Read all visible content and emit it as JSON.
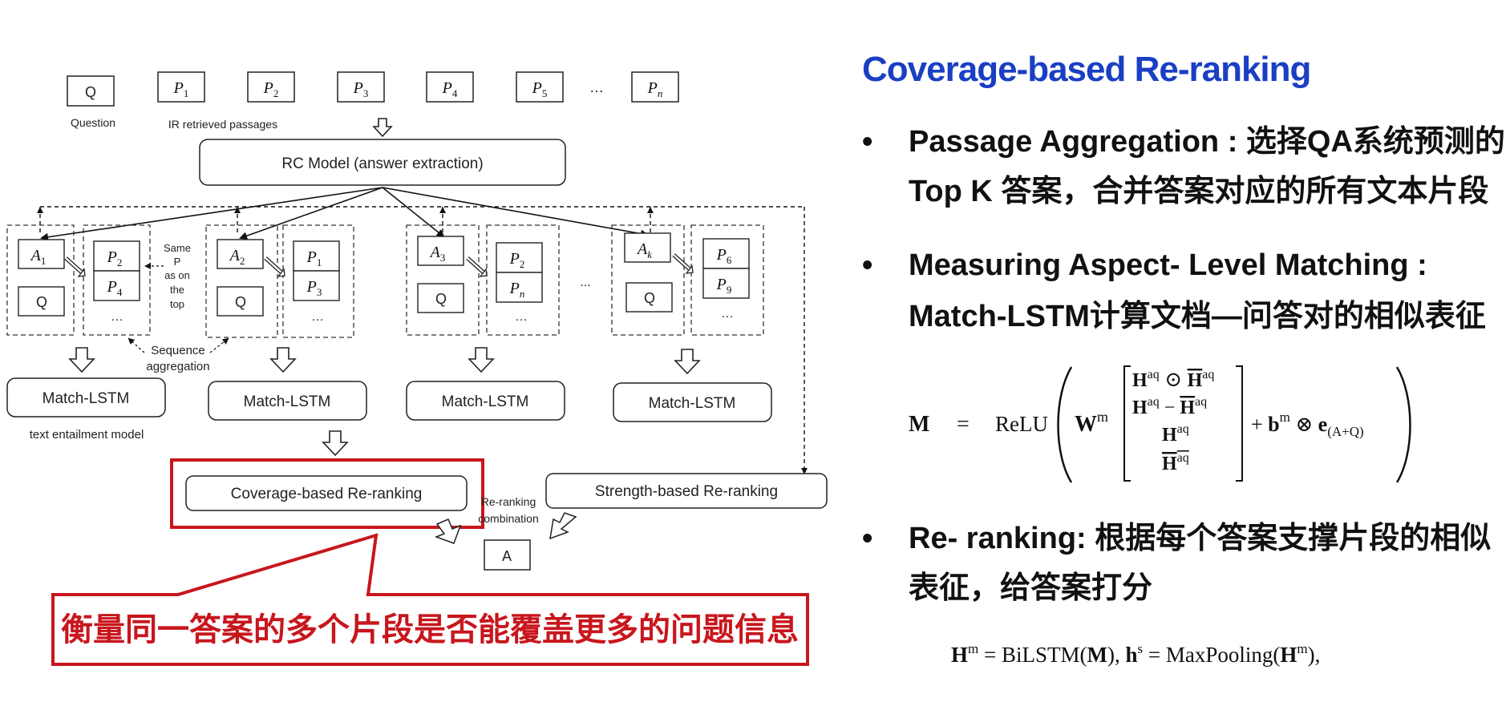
{
  "diagram": {
    "question_box": "Q",
    "question_label": "Question",
    "ir_label": "IR retrieved passages",
    "passages": [
      "P1",
      "P2",
      "P3",
      "P4",
      "P5",
      "...",
      "Pn"
    ],
    "rc_model": "RC Model (answer extraction)",
    "groups": [
      {
        "answer": "A1",
        "passages": [
          "P2",
          "P4",
          "..."
        ],
        "q": "Q"
      },
      {
        "answer": "A2",
        "passages": [
          "P1",
          "P3",
          "..."
        ],
        "q": "Q"
      },
      {
        "answer": "A3",
        "passages": [
          "P2",
          "Pn",
          "..."
        ],
        "q": "Q"
      },
      {
        "answer": "Ak",
        "passages": [
          "P6",
          "P9",
          "..."
        ],
        "q": "Q"
      }
    ],
    "group_gap_dots": "...",
    "same_p_note": [
      "Same",
      "P",
      "as on",
      "the",
      "top"
    ],
    "sequence_aggregation": [
      "Sequence",
      "aggregation"
    ],
    "match_lstm": "Match-LSTM",
    "text_entailment": "text entailment model",
    "coverage_box": "Coverage-based Re-ranking",
    "strength_box": "Strength-based Re-ranking",
    "reranking_combination": [
      "Re-ranking",
      "combination"
    ],
    "final_answer": "A"
  },
  "callout": {
    "text": "衡量同一答案的多个片段是否能覆盖更多的问题信息",
    "color": "#c8161d"
  },
  "slide": {
    "title": "Coverage-based Re-ranking",
    "title_color": "#1a3fc4",
    "bullet_char": "•",
    "bullets": [
      {
        "line1": "Passage Aggregation : 选择QA系统预测的",
        "line2": "Top K 答案，合并答案对应的所有文本片段"
      },
      {
        "line1": "Measuring Aspect- Level Matching :",
        "line2": "Match-LSTM计算文档—问答对的相似表征"
      },
      {
        "line1": "Re- ranking: 根据每个答案支撑片段的相似",
        "line2": "表征，给答案打分"
      }
    ],
    "equation1": {
      "lhs": "M",
      "eq": "=",
      "func": "ReLU",
      "weight": "W",
      "weight_sup": "m",
      "rows": [
        "Haq ⊙ H̄aq",
        "Haq − H̄aq",
        "Haq",
        "H̄aq"
      ],
      "tail": "+ bm ⊗ e(A+Q)"
    },
    "equation2": "Hm = BiLSTM(M),    hs = MaxPooling(Hm),"
  }
}
